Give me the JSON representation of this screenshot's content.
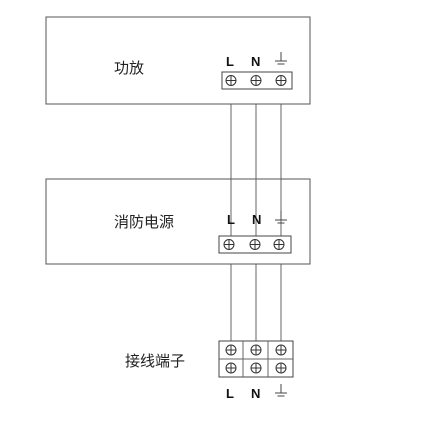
{
  "components": {
    "amplifier": {
      "label": "功放",
      "terminals": [
        "L",
        "N",
        "⏚"
      ]
    },
    "fire_power": {
      "label": "消防电源",
      "terminals": [
        "L",
        "N",
        "⏚"
      ]
    },
    "terminal_block": {
      "label": "接线端子",
      "terminals": [
        "L",
        "N",
        "⏚"
      ]
    }
  },
  "colors": {
    "box_stroke": "#555555",
    "wire": "#666666",
    "text": "#222222"
  }
}
